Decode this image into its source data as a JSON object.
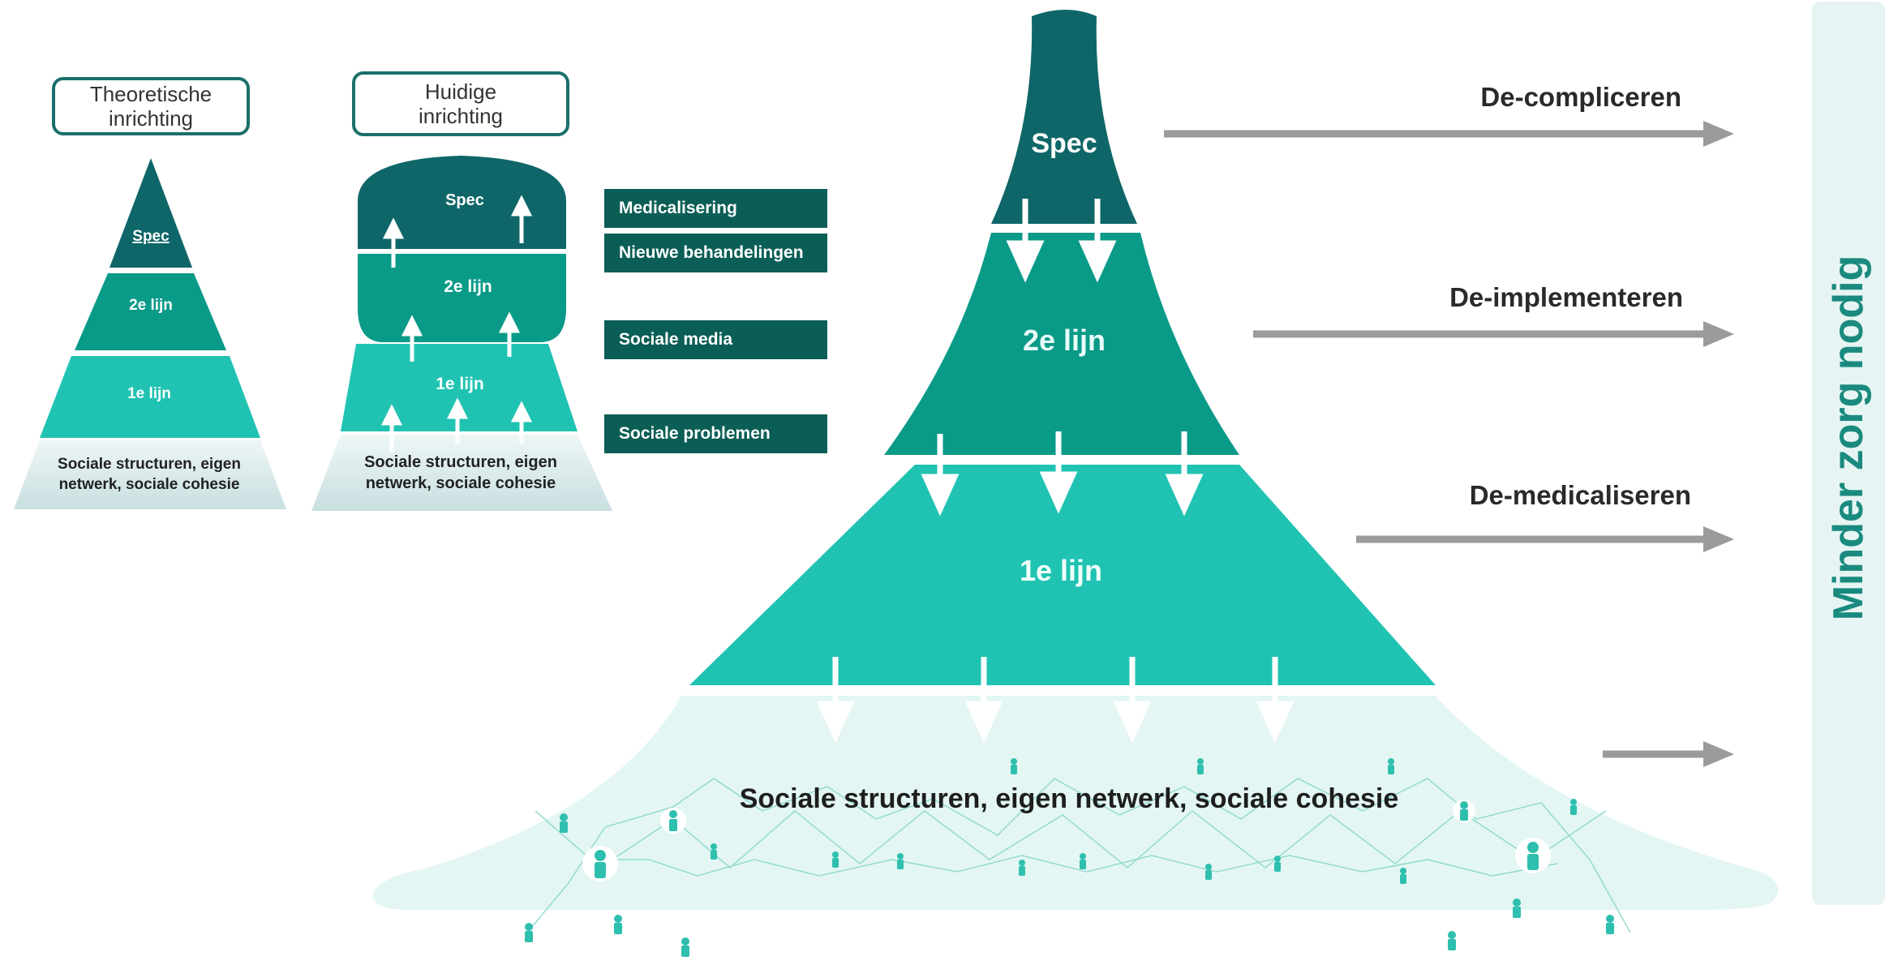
{
  "small_pyramids": {
    "theoretical": {
      "title": "Theoretische\ninrichting",
      "spec": "Spec",
      "second_line": "2e lijn",
      "first_line": "1e lijn",
      "base_line1": "Sociale structuren, eigen",
      "base_line2": "netwerk, sociale cohesie"
    },
    "current": {
      "title": "Huidige\ninrichting",
      "spec": "Spec",
      "second_line": "2e lijn",
      "first_line": "1e lijn",
      "base_line1": "Sociale structuren, eigen",
      "base_line2": "netwerk, sociale cohesie"
    }
  },
  "drivers": [
    {
      "label": "Medicalisering"
    },
    {
      "label": "Nieuwe behandelingen"
    },
    {
      "label": "Sociale media"
    },
    {
      "label": "Sociale problemen"
    }
  ],
  "funnel": {
    "spec": "Spec",
    "second_line": "2e lijn",
    "first_line": "1e lijn",
    "base": "Sociale structuren, eigen netwerk, sociale cohesie"
  },
  "actions": [
    {
      "label": "De-compliceren"
    },
    {
      "label": "De-implementeren"
    },
    {
      "label": "De-medicaliseren"
    }
  ],
  "side_label": "Minder zorg nodig",
  "colors": {
    "dark_teal": "#0f6668",
    "teal": "#0a9a88",
    "bright_teal": "#20c3b2",
    "pale_teal": "#e3f6f3",
    "arrow_grey": "#9b9b9b"
  }
}
